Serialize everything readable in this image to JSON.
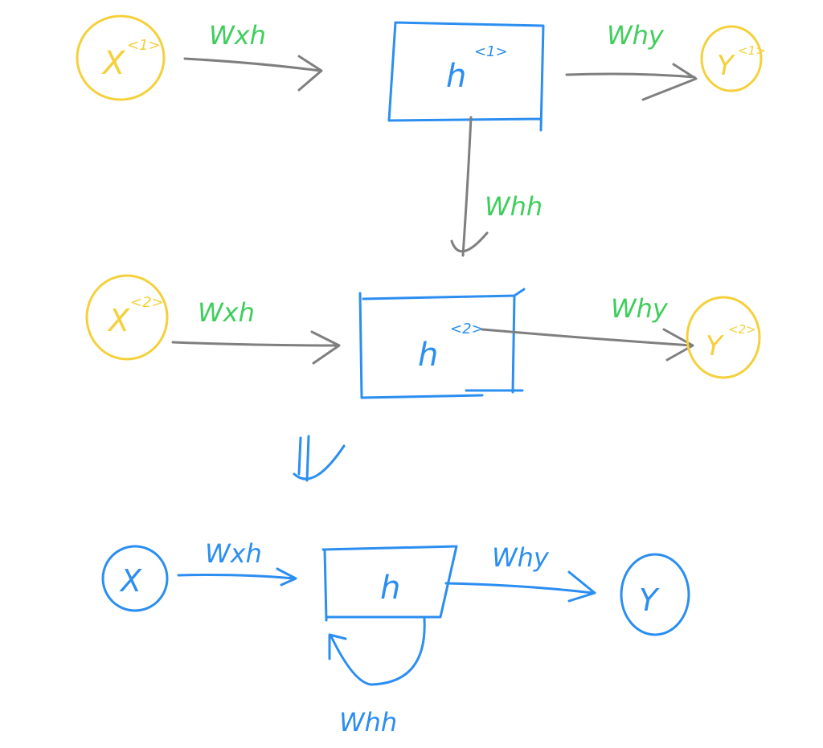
{
  "title": "RNN unrolled vs. folded",
  "colors": {
    "input_output": "#f4d03a",
    "hidden": "#2b8ef0",
    "weights": "#3fce5c",
    "arrow": "#7f7f7f"
  },
  "step1": {
    "x": "X",
    "x_sup": "<1>",
    "h": "h",
    "h_sup": "<1>",
    "y": "Y",
    "y_sup": "<1>",
    "wxh": "Wxh",
    "why": "Why"
  },
  "recurrent": {
    "whh": "Whh"
  },
  "step2": {
    "x": "X",
    "x_sup": "<2>",
    "h": "h",
    "h_sup": "<2>",
    "y": "Y",
    "y_sup": "<2>",
    "wxh": "Wxh",
    "why": "Why"
  },
  "folded": {
    "x": "X",
    "h": "h",
    "y": "Y",
    "wxh": "Wxh",
    "why": "Why",
    "whh": "Whh"
  }
}
